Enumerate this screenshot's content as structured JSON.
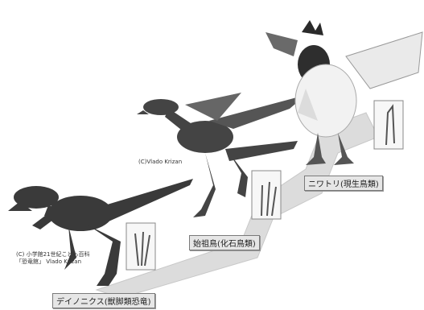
{
  "labels": {
    "deinonychus": "デイノニクス(獣脚類恐竜)",
    "archaeopteryx": "始祖鳥(化石鳥類)",
    "chicken": "ニワトリ(現生鳥類)"
  },
  "credits": {
    "top": "(C)Vlado Krizan",
    "bottom_line1": "(C) 小学館21世紀こども百科",
    "bottom_line2": "「恐竜館」 Vlado Krizan"
  },
  "colors": {
    "arrow": "#d9d9d9",
    "arrow_edge": "#c4c4c4",
    "animal": "#3a3a3a",
    "feather_light": "#f0f0f0"
  }
}
